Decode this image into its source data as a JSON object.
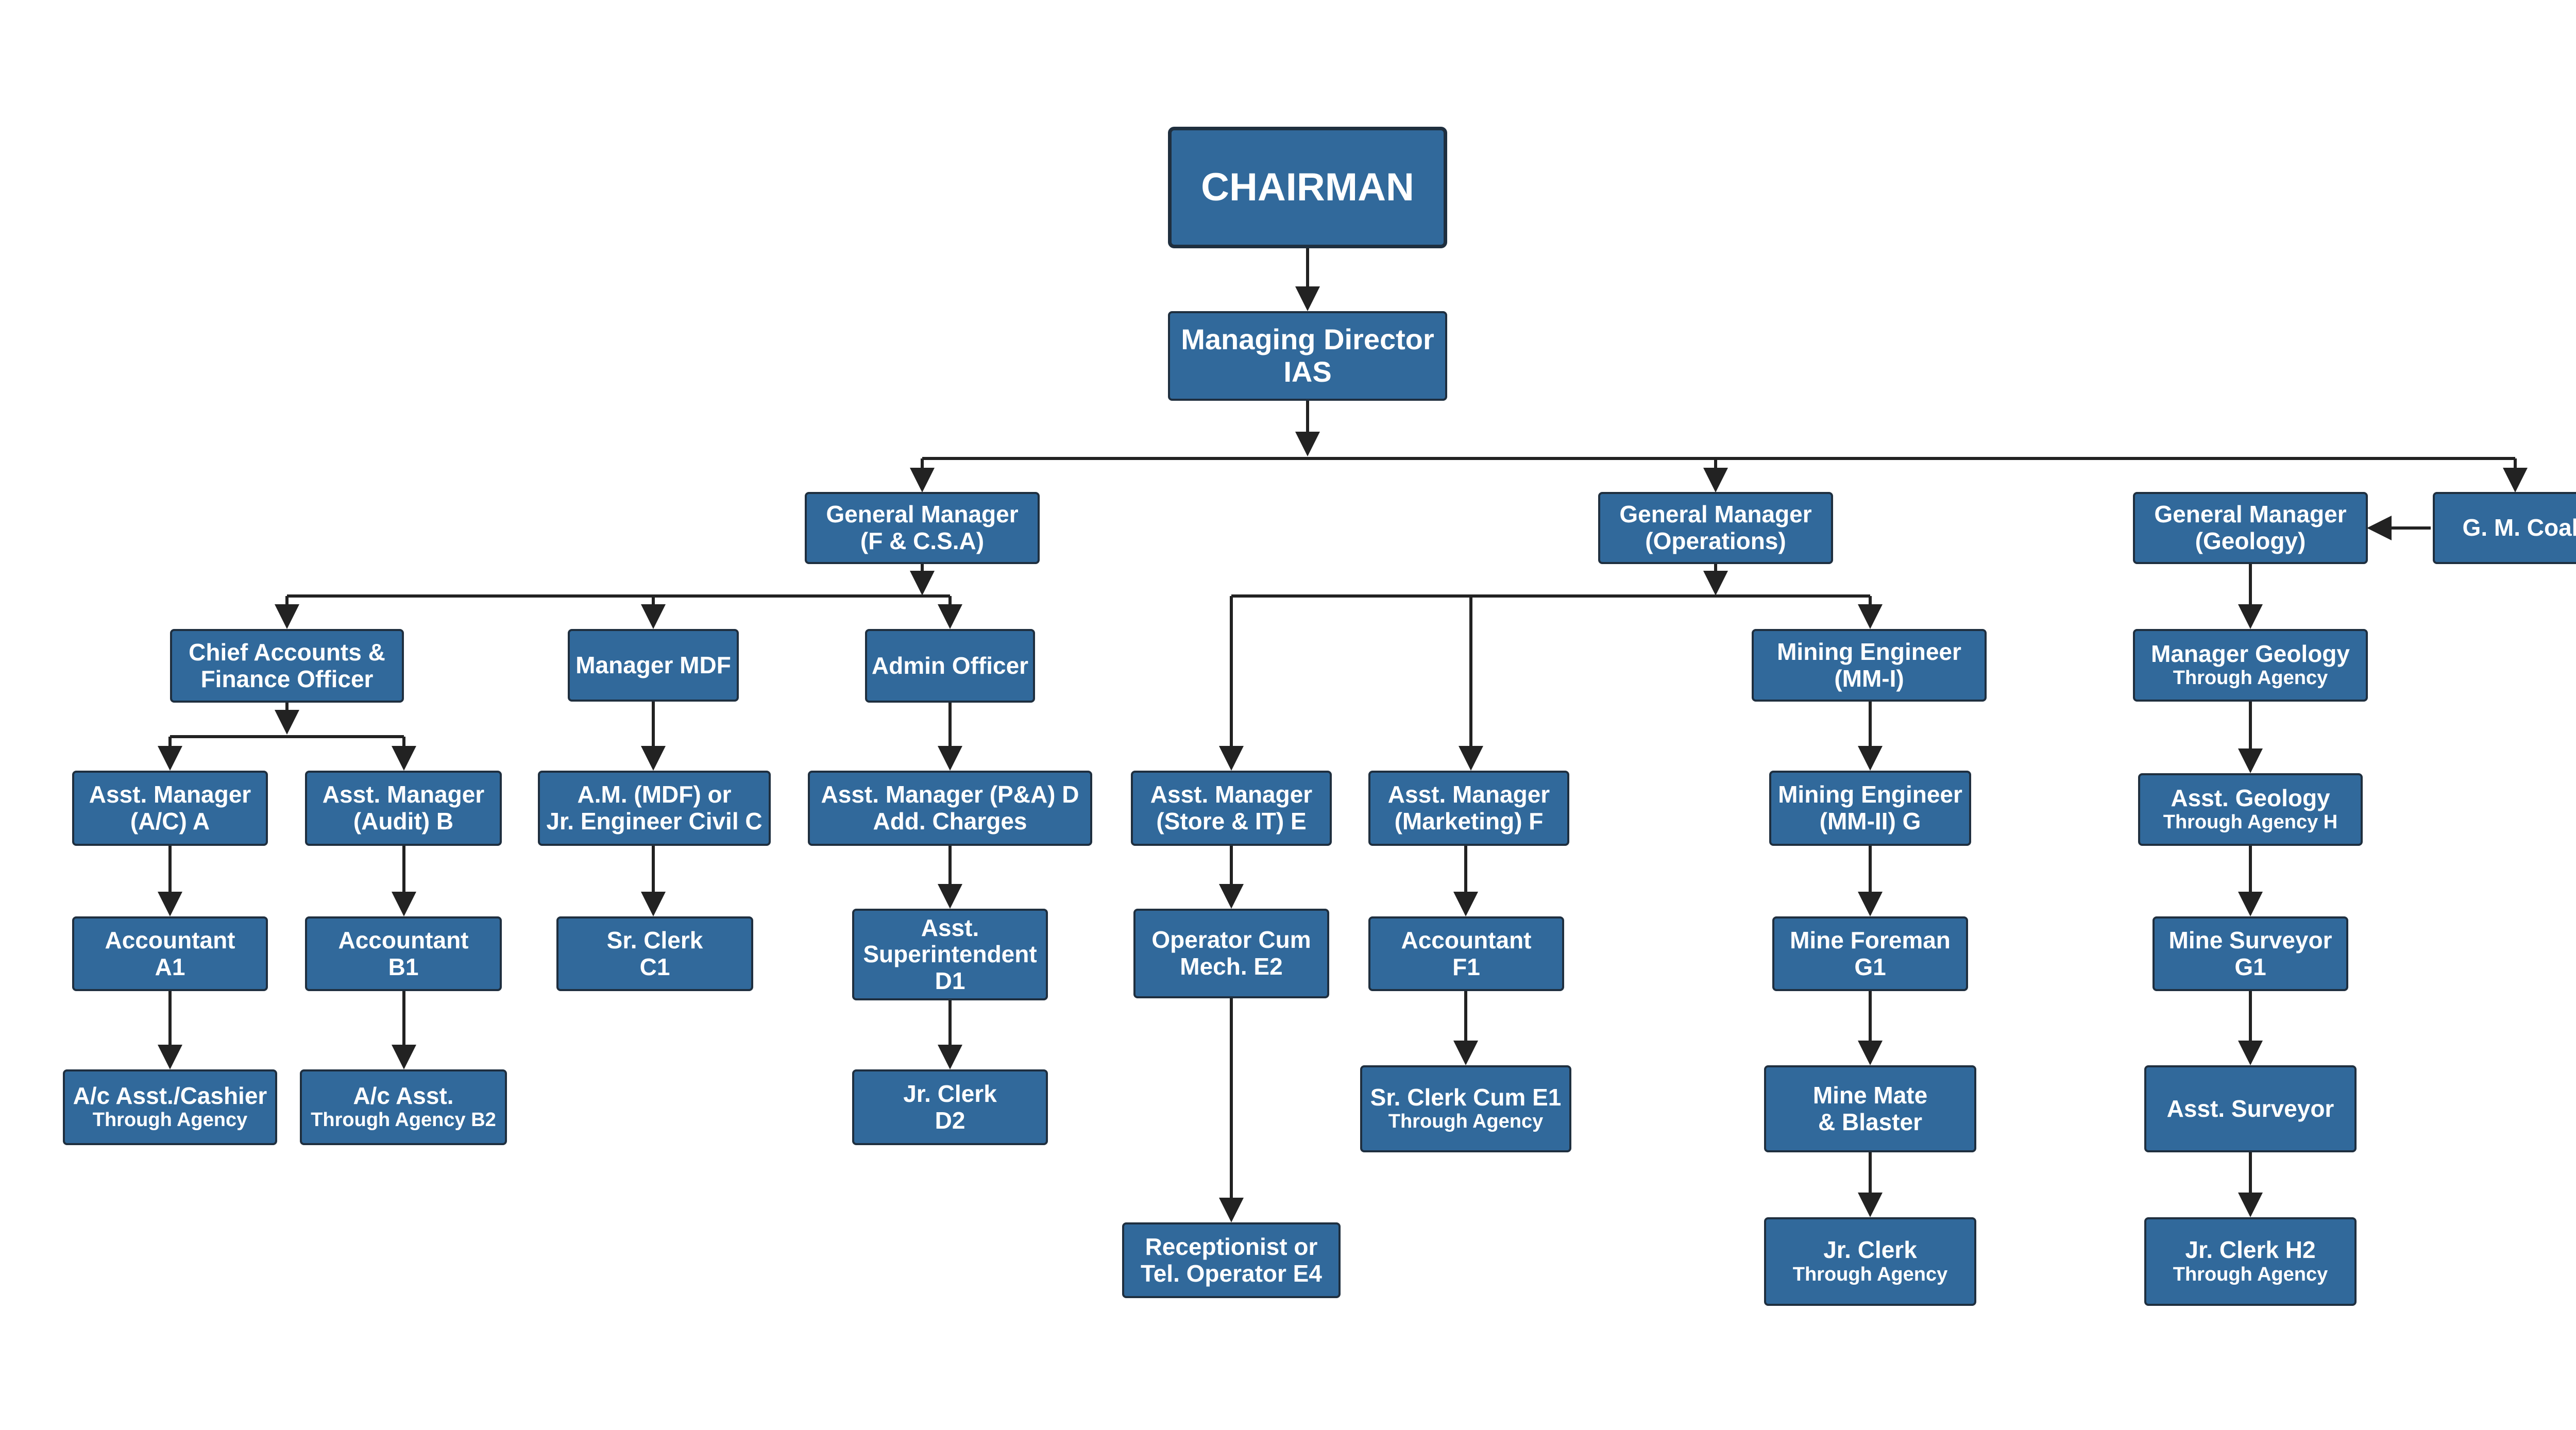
{
  "org_chart": {
    "chairman": "CHAIRMAN",
    "managing_director": [
      "Managing Director",
      "IAS"
    ],
    "gm_fcsa": [
      "General Manager",
      "(F & C.S.A)"
    ],
    "gm_operations": [
      "General Manager",
      "(Operations)"
    ],
    "gm_geology": [
      "General Manager",
      "(Geology)"
    ],
    "gm_coal": "G. M. Coal",
    "chief_accounts": [
      "Chief Accounts &",
      "Finance Officer"
    ],
    "manager_mdf": "Manager MDF",
    "admin_officer": "Admin Officer",
    "asst_manager_ac_a": [
      "Asst. Manager",
      "(A/C) A"
    ],
    "asst_manager_audit_b": [
      "Asst. Manager",
      "(Audit) B"
    ],
    "am_mdf_c": [
      "A.M. (MDF) or",
      "Jr. Engineer Civil C"
    ],
    "asst_manager_pa_d": [
      "Asst. Manager (P&A) D",
      "Add. Charges"
    ],
    "accountant_a1": [
      "Accountant",
      "A1"
    ],
    "accountant_b1": [
      "Accountant",
      "B1"
    ],
    "sr_clerk_c1": [
      "Sr. Clerk",
      "C1"
    ],
    "asst_superintendent_d1": [
      "Asst.",
      "Superintendent",
      "D1"
    ],
    "ac_asst_cashier": [
      "A/c Asst./Cashier",
      "Through Agency"
    ],
    "ac_asst_b2": [
      "A/c Asst.",
      "Through Agency B2"
    ],
    "jr_clerk_d2": [
      "Jr. Clerk",
      "D2"
    ],
    "asst_manager_store_e": [
      "Asst. Manager",
      "(Store & IT) E"
    ],
    "asst_manager_marketing_f": [
      "Asst. Manager",
      "(Marketing) F"
    ],
    "mining_engineer_mm1": [
      "Mining Engineer",
      "(MM-I)"
    ],
    "operator_cum_mech_e2": [
      "Operator Cum",
      "Mech. E2"
    ],
    "receptionist_e4": [
      "Receptionist or",
      "Tel. Operator E4"
    ],
    "accountant_f1": [
      "Accountant",
      "F1"
    ],
    "sr_clerk_e1": [
      "Sr. Clerk Cum E1",
      "Through Agency"
    ],
    "mining_engineer_mm2_g": [
      "Mining Engineer",
      "(MM-II) G"
    ],
    "mine_foreman_g1": [
      "Mine Foreman",
      "G1"
    ],
    "mine_mate_blaster": [
      "Mine Mate",
      "& Blaster"
    ],
    "jr_clerk_agency": [
      "Jr. Clerk",
      "Through Agency"
    ],
    "manager_geology": [
      "Manager Geology",
      "Through Agency"
    ],
    "asst_geology_h": [
      "Asst. Geology",
      "Through Agency H"
    ],
    "mine_surveyor_g1": [
      "Mine Surveyor",
      "G1"
    ],
    "asst_surveyor": "Asst. Surveyor",
    "jr_clerk_h2": [
      "Jr. Clerk H2",
      "Through Agency"
    ]
  },
  "colors": {
    "box_fill": "#31699b",
    "box_border": "#1f2f3f",
    "text": "#ffffff",
    "connector": "#222222"
  }
}
